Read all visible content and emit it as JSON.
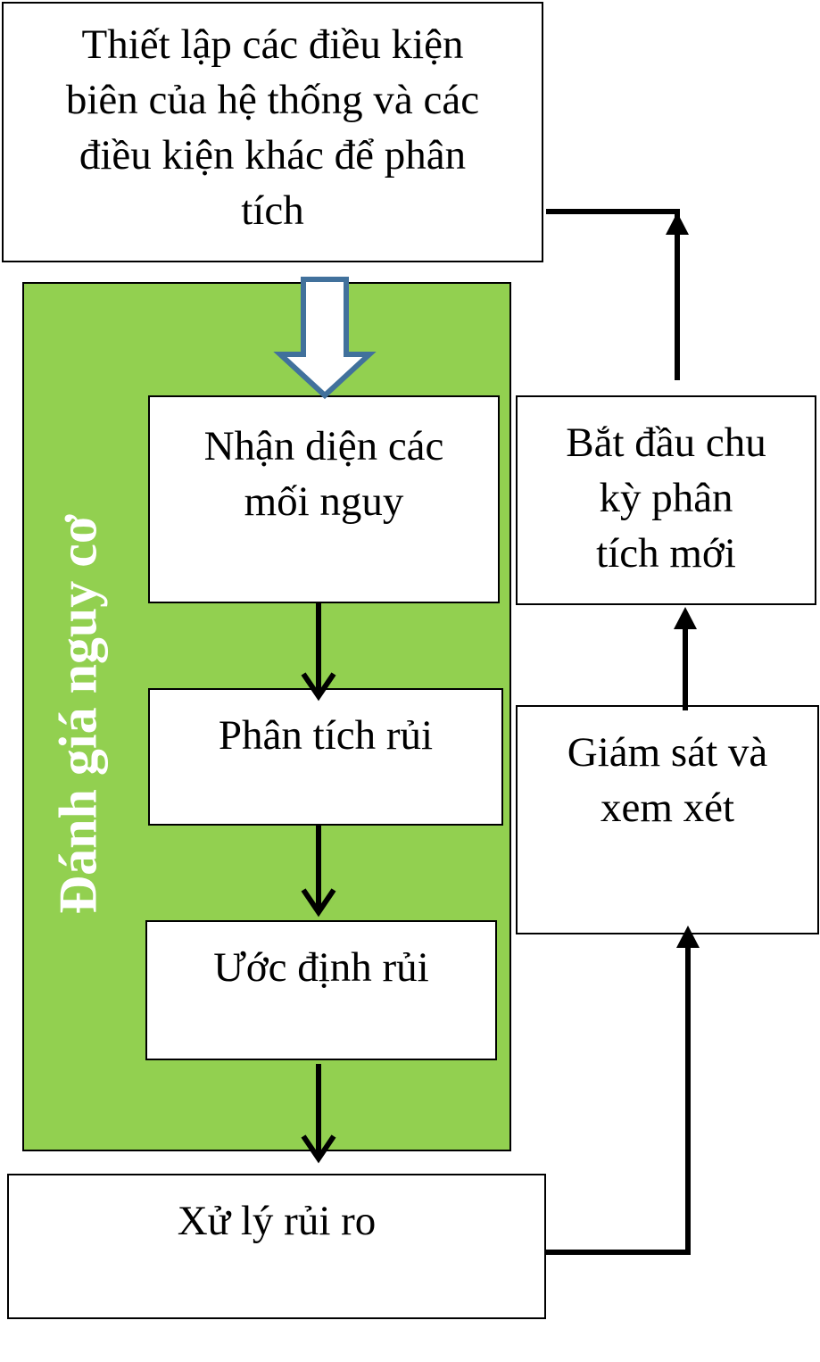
{
  "boxes": {
    "setup": [
      "Thiết lập các điều kiện",
      "biên của hệ thống và các",
      "điều kiện khác để phân",
      "tích"
    ],
    "identify": [
      "Nhận diện các",
      "mối nguy"
    ],
    "analyze": [
      "Phân tích rủi"
    ],
    "estimate": [
      "Ước định rủi"
    ],
    "treat": [
      "Xử lý rủi ro"
    ],
    "monitor": [
      "Giám sát và",
      "xem xét"
    ],
    "new_cycle": [
      "Bắt đầu chu",
      "kỳ phân",
      "tích mới"
    ]
  },
  "panel_label": "Đánh giá nguy cơ",
  "colors": {
    "panel": "#92d050",
    "hollow_arrow": "#41719c",
    "line": "#000000"
  }
}
